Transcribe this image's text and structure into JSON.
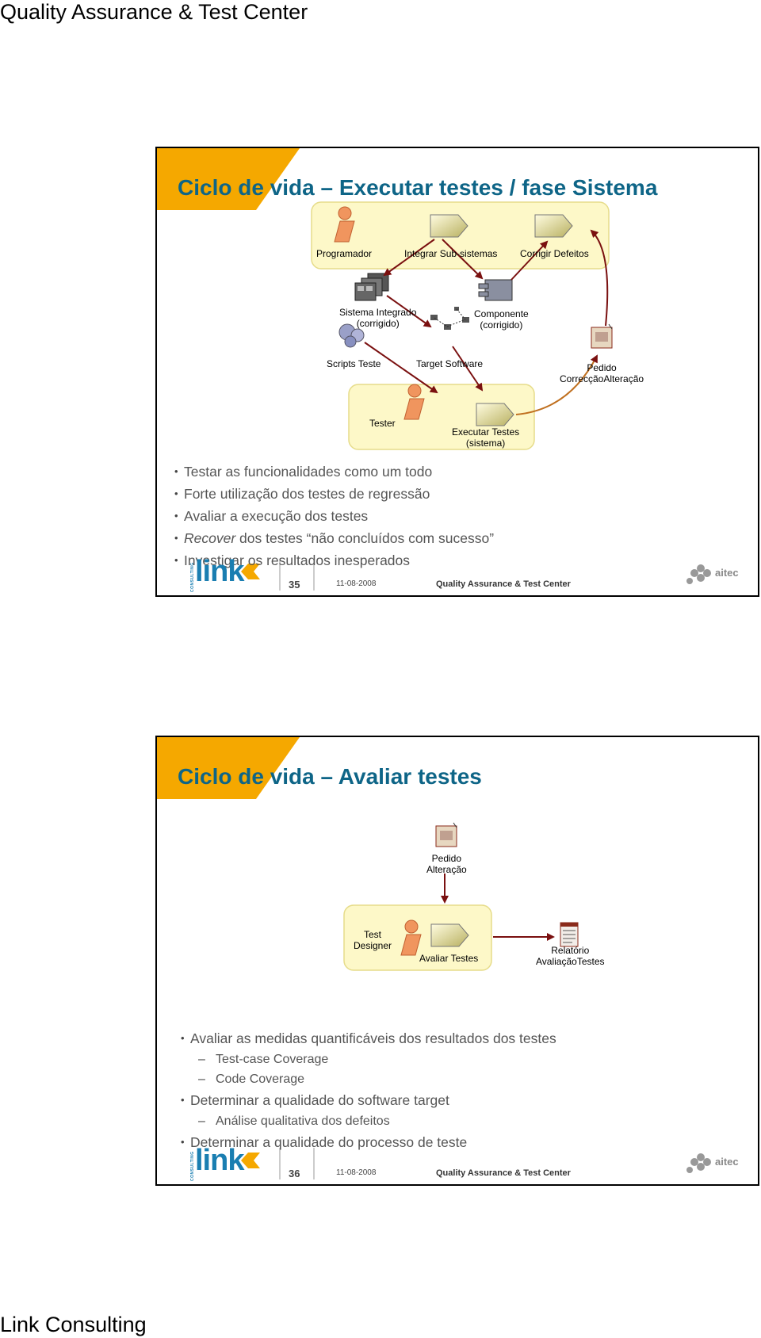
{
  "page": {
    "header": "Quality Assurance & Test Center",
    "footer": "Link Consulting"
  },
  "slide1": {
    "title": "Ciclo de vida – Executar testes / fase Sistema",
    "diagram": {
      "programador": "Programador",
      "integrar": "Integrar Sub-sistemas",
      "corrigir": "Corrigir Defeitos",
      "sistema_integrado_1": "Sistema Integrado",
      "sistema_integrado_2": "(corrigido)",
      "componente_1": "Componente",
      "componente_2": "(corrigido)",
      "scripts": "Scripts Teste",
      "target": "Target Software",
      "pedido_1": "Pedido",
      "pedido_2": "CorrecçãoAlteração",
      "tester": "Tester",
      "executar_1": "Executar Testes",
      "executar_2": "(sistema)"
    },
    "bullets": [
      {
        "pre": "",
        "italic": "",
        "text": "Testar as funcionalidades como um todo"
      },
      {
        "pre": "",
        "italic": "",
        "text": "Forte utilização dos testes de regressão"
      },
      {
        "pre": "",
        "italic": "",
        "text": "Avaliar a execução dos testes"
      },
      {
        "pre": "",
        "italic": "Recover",
        "text": " dos testes “não concluídos com sucesso”"
      },
      {
        "pre": "",
        "italic": "",
        "text": "Investigar os resultados inesperados"
      }
    ],
    "footer": {
      "logo": "link",
      "logo_side": "CONSULTING",
      "number": "35",
      "date": "11-08-2008",
      "qa": "Quality Assurance & Test Center",
      "aitec": "aitec"
    }
  },
  "slide2": {
    "title": "Ciclo de vida – Avaliar testes",
    "diagram": {
      "pedido_1": "Pedido",
      "pedido_2": "Alteração",
      "designer_1": "Test",
      "designer_2": "Designer",
      "avaliar": "Avaliar Testes",
      "relatorio_1": "Relatório",
      "relatorio_2": "AvaliaçãoTestes"
    },
    "bullets": [
      {
        "level": 1,
        "text": "Avaliar as medidas quantificáveis dos resultados dos testes"
      },
      {
        "level": 2,
        "text": "Test-case Coverage"
      },
      {
        "level": 2,
        "text": "Code Coverage"
      },
      {
        "level": 1,
        "text": "Determinar a qualidade do software target"
      },
      {
        "level": 2,
        "text": "Análise qualitativa dos defeitos"
      },
      {
        "level": 1,
        "text": "Determinar a qualidade do processo de teste"
      }
    ],
    "footer": {
      "logo": "link",
      "logo_side": "CONSULTING",
      "number": "36",
      "date": "11-08-2008",
      "qa": "Quality Assurance & Test Center",
      "aitec": "aitec"
    }
  },
  "colors": {
    "title": "#0e6587",
    "accent_orange": "#f5a800",
    "arrow": "#7a1010",
    "arrow_orange": "#c07020",
    "box_fill": "#fdf8c8",
    "link_blue": "#1a7eb1"
  }
}
